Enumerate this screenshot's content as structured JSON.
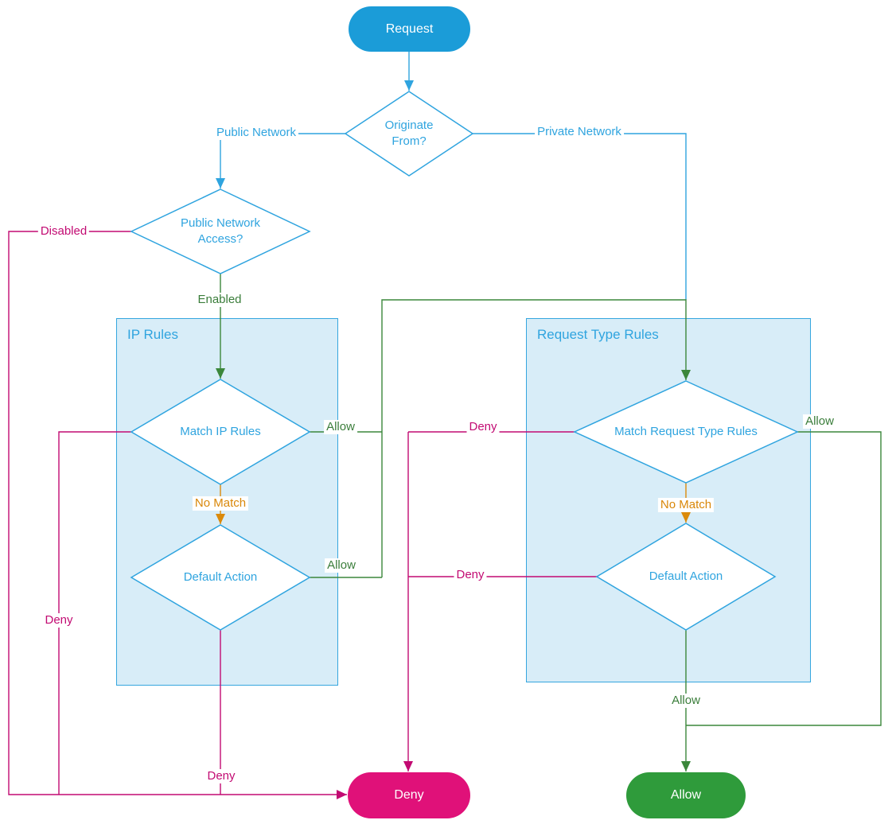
{
  "colors": {
    "flow_blue": "#2FA4DF",
    "request_node_fill": "#1B9CD8",
    "group_fill": "#D8EDF8",
    "line_green": "#3B873B",
    "allow_node_fill": "#2F9B3B",
    "line_magenta": "#C20A72",
    "deny_node_fill": "#E01179",
    "line_orange": "#DB8A0B"
  },
  "nodes": {
    "request": "Request",
    "originate_from": "Originate\nFrom?",
    "public_network_access": "Public Network\nAccess?",
    "match_ip_rules": "Match IP Rules",
    "default_action_ip": "Default Action",
    "match_request_type_rules": "Match Request Type Rules",
    "default_action_request_type": "Default Action",
    "deny": "Deny",
    "allow": "Allow"
  },
  "groups": {
    "ip_rules": "IP Rules",
    "request_type_rules": "Request Type Rules"
  },
  "edge_labels": {
    "public_network": "Public Network",
    "private_network": "Private Network",
    "disabled": "Disabled",
    "enabled": "Enabled",
    "ip_match_allow": "Allow",
    "ip_no_match": "No Match",
    "ip_default_allow": "Allow",
    "ip_match_deny": "Deny",
    "ip_default_deny": "Deny",
    "rt_match_deny": "Deny",
    "rt_match_allow": "Allow",
    "rt_no_match": "No Match",
    "rt_default_deny": "Deny",
    "rt_default_allow": "Allow"
  }
}
